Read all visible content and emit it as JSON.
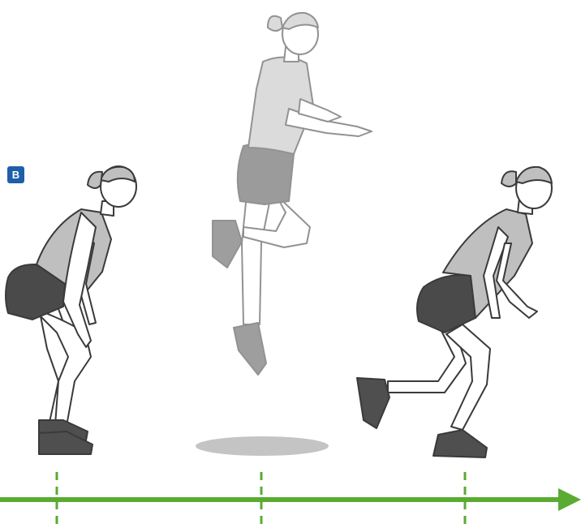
{
  "panel_label": "B",
  "colors": {
    "badge": "#1f5fa8",
    "arrow": "#5aab32",
    "outline": "#3a3a3a",
    "skin": "#ffffff",
    "shirt": "#bfbfbf",
    "shorts": "#4a4a4a",
    "shoe": "#4f4f4f",
    "shadow": "#c4c4c4"
  },
  "figures": [
    "athlete-crouch-start",
    "athlete-mid-jump",
    "athlete-single-leg-landing"
  ]
}
